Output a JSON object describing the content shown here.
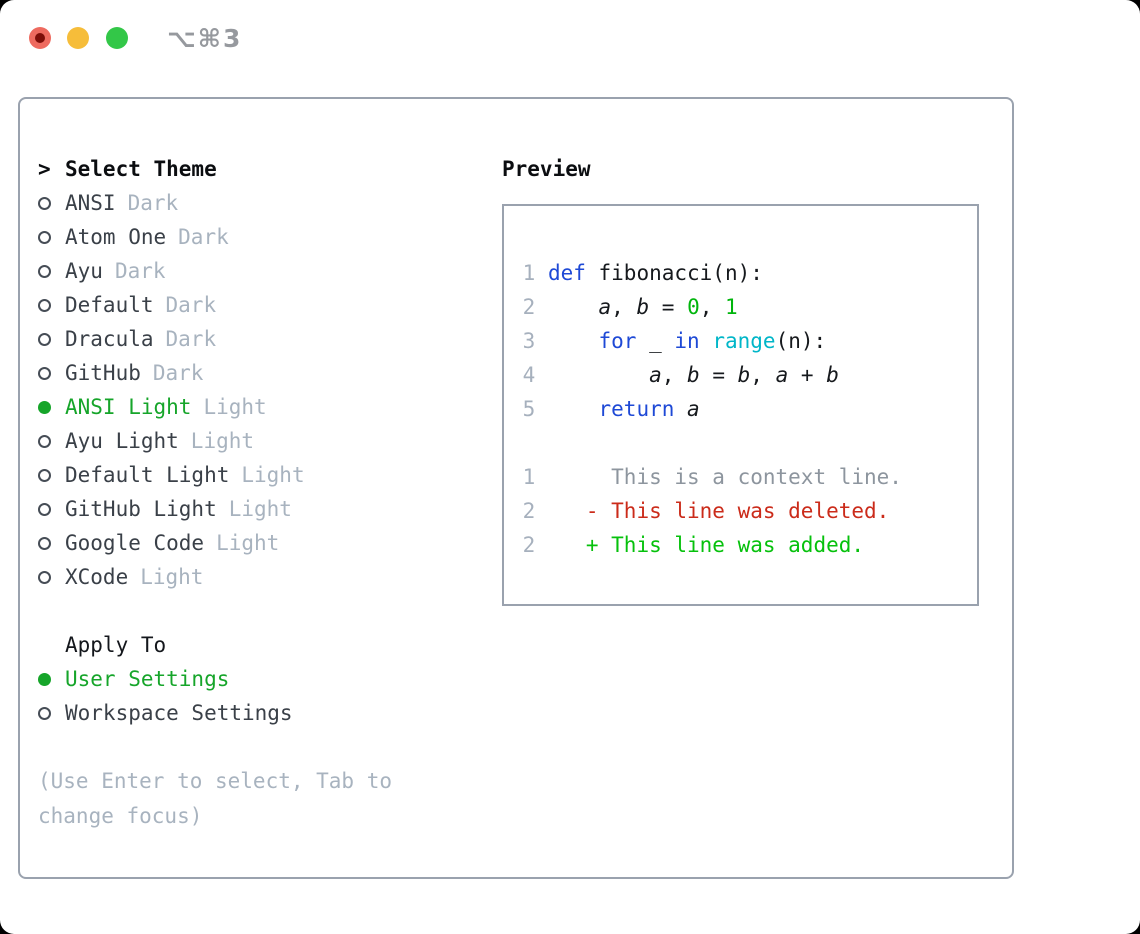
{
  "window": {
    "title": "⌥⌘3"
  },
  "palette": {
    "traffic_red": "#ee6a5f",
    "traffic_red_dot": "#7d0d08",
    "traffic_yellow": "#f6bd3a",
    "traffic_green": "#33c748",
    "border_gray": "#9aa2ae",
    "selection_green": "#16a52a",
    "muted_gray": "#a8b3bf",
    "keyword_blue": "#1e49d6",
    "builtin_cyan": "#00b6c8",
    "number_green": "#00b50c",
    "diff_red": "#cb2b1a",
    "diff_green": "#06c10c"
  },
  "theme_panel": {
    "prompt": ">",
    "header": "Select Theme",
    "themes": [
      {
        "name": "ANSI",
        "variant": "Dark",
        "selected": false
      },
      {
        "name": "Atom One",
        "variant": "Dark",
        "selected": false
      },
      {
        "name": "Ayu",
        "variant": "Dark",
        "selected": false
      },
      {
        "name": "Default",
        "variant": "Dark",
        "selected": false
      },
      {
        "name": "Dracula",
        "variant": "Dark",
        "selected": false
      },
      {
        "name": "GitHub",
        "variant": "Dark",
        "selected": false
      },
      {
        "name": "ANSI Light",
        "variant": "Light",
        "selected": true
      },
      {
        "name": "Ayu Light",
        "variant": "Light",
        "selected": false
      },
      {
        "name": "Default Light",
        "variant": "Light",
        "selected": false
      },
      {
        "name": "GitHub Light",
        "variant": "Light",
        "selected": false
      },
      {
        "name": "Google Code",
        "variant": "Light",
        "selected": false
      },
      {
        "name": "XCode",
        "variant": "Light",
        "selected": false
      }
    ],
    "apply_to": {
      "header": "Apply To",
      "options": [
        {
          "label": "User Settings",
          "selected": true
        },
        {
          "label": "Workspace Settings",
          "selected": false
        }
      ]
    },
    "hint": "(Use Enter to select, Tab to change focus)"
  },
  "preview_panel": {
    "header": "Preview",
    "lines": [
      [
        {
          "t": " 1 ",
          "c": "num"
        },
        {
          "t": "def",
          "c": "kw"
        },
        {
          "t": " fibonacci(n):",
          "c": "plain"
        }
      ],
      [
        {
          "t": " 2 ",
          "c": "num"
        },
        {
          "t": "    ",
          "c": "plain"
        },
        {
          "t": "a",
          "c": "var"
        },
        {
          "t": ", ",
          "c": "plain"
        },
        {
          "t": "b",
          "c": "var"
        },
        {
          "t": " = ",
          "c": "plain"
        },
        {
          "t": "0",
          "c": "lit"
        },
        {
          "t": ", ",
          "c": "plain"
        },
        {
          "t": "1",
          "c": "lit"
        }
      ],
      [
        {
          "t": " 3 ",
          "c": "num"
        },
        {
          "t": "    ",
          "c": "plain"
        },
        {
          "t": "for",
          "c": "kw"
        },
        {
          "t": " _ ",
          "c": "plain"
        },
        {
          "t": "in",
          "c": "kw"
        },
        {
          "t": " ",
          "c": "plain"
        },
        {
          "t": "range",
          "c": "fn"
        },
        {
          "t": "(n):",
          "c": "plain"
        }
      ],
      [
        {
          "t": " 4 ",
          "c": "num"
        },
        {
          "t": "        ",
          "c": "plain"
        },
        {
          "t": "a",
          "c": "var"
        },
        {
          "t": ", ",
          "c": "plain"
        },
        {
          "t": "b",
          "c": "var"
        },
        {
          "t": " = ",
          "c": "plain"
        },
        {
          "t": "b",
          "c": "var"
        },
        {
          "t": ", ",
          "c": "plain"
        },
        {
          "t": "a",
          "c": "var"
        },
        {
          "t": " + ",
          "c": "plain"
        },
        {
          "t": "b",
          "c": "var"
        }
      ],
      [
        {
          "t": " 5 ",
          "c": "num"
        },
        {
          "t": "    ",
          "c": "plain"
        },
        {
          "t": "return",
          "c": "kw"
        },
        {
          "t": " ",
          "c": "plain"
        },
        {
          "t": "a",
          "c": "var"
        }
      ],
      [
        {
          "t": " ",
          "c": "plain"
        }
      ],
      [
        {
          "t": " 1 ",
          "c": "num"
        },
        {
          "t": "     ",
          "c": "plain"
        },
        {
          "t": "This is a context line.",
          "c": "ctx"
        }
      ],
      [
        {
          "t": " 2 ",
          "c": "num"
        },
        {
          "t": "   ",
          "c": "plain"
        },
        {
          "t": "- This line was deleted.",
          "c": "del"
        }
      ],
      [
        {
          "t": " 2 ",
          "c": "num"
        },
        {
          "t": "   ",
          "c": "plain"
        },
        {
          "t": "+ This line was added.",
          "c": "add"
        }
      ]
    ]
  }
}
